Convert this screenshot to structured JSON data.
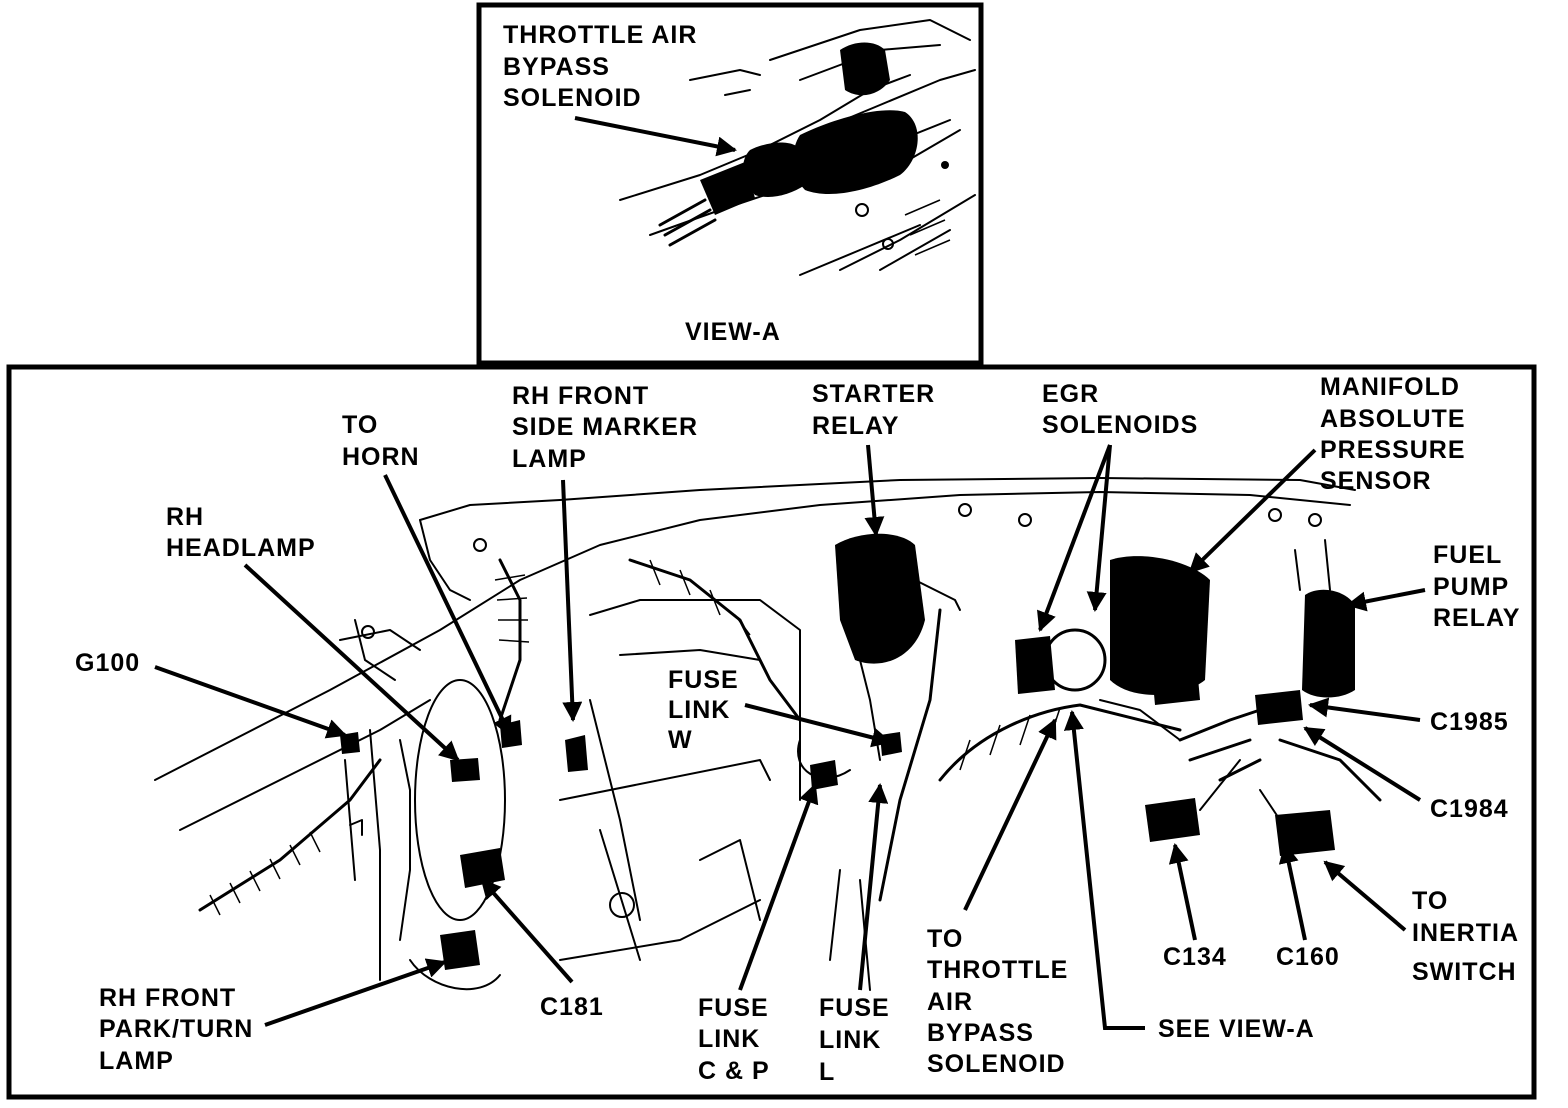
{
  "view_a": {
    "title": "VIEW-A",
    "callout": [
      "THROTTLE AIR",
      "BYPASS",
      "SOLENOID"
    ]
  },
  "main_view": {
    "labels": {
      "rh_headlamp": [
        "RH",
        "HEADLAMP"
      ],
      "to_horn": [
        "TO",
        "HORN"
      ],
      "rh_front_side_marker_lamp": [
        "RH FRONT",
        "SIDE MARKER",
        "LAMP"
      ],
      "starter_relay": [
        "STARTER",
        "RELAY"
      ],
      "egr_solenoids": [
        "EGR",
        "SOLENOIDS"
      ],
      "manifold_absolute_pressure_sensor": [
        "MANIFOLD",
        "ABSOLUTE",
        "PRESSURE",
        "SENSOR"
      ],
      "fuel_pump_relay": [
        "FUEL",
        "PUMP",
        "RELAY"
      ],
      "g100": [
        "G100"
      ],
      "fuse_link_w": [
        "FUSE",
        "LINK",
        "W"
      ],
      "c1985": [
        "C1985"
      ],
      "c1984": [
        "C1984"
      ],
      "to_inertia_switch": [
        "TO",
        "INERTIA",
        "SWITCH"
      ],
      "c134": [
        "C134"
      ],
      "c160": [
        "C160"
      ],
      "rh_front_park_turn_lamp": [
        "RH FRONT",
        "PARK/TURN",
        "LAMP"
      ],
      "c181": [
        "C181"
      ],
      "fuse_link_c_p": [
        "FUSE",
        "LINK",
        "C & P"
      ],
      "fuse_link_l": [
        "FUSE",
        "LINK",
        "L"
      ],
      "to_throttle_air_bypass_solenoid": [
        "TO",
        "THROTTLE",
        "AIR",
        "BYPASS",
        "SOLENOID"
      ],
      "see_view_a": [
        "SEE VIEW-A"
      ]
    }
  }
}
